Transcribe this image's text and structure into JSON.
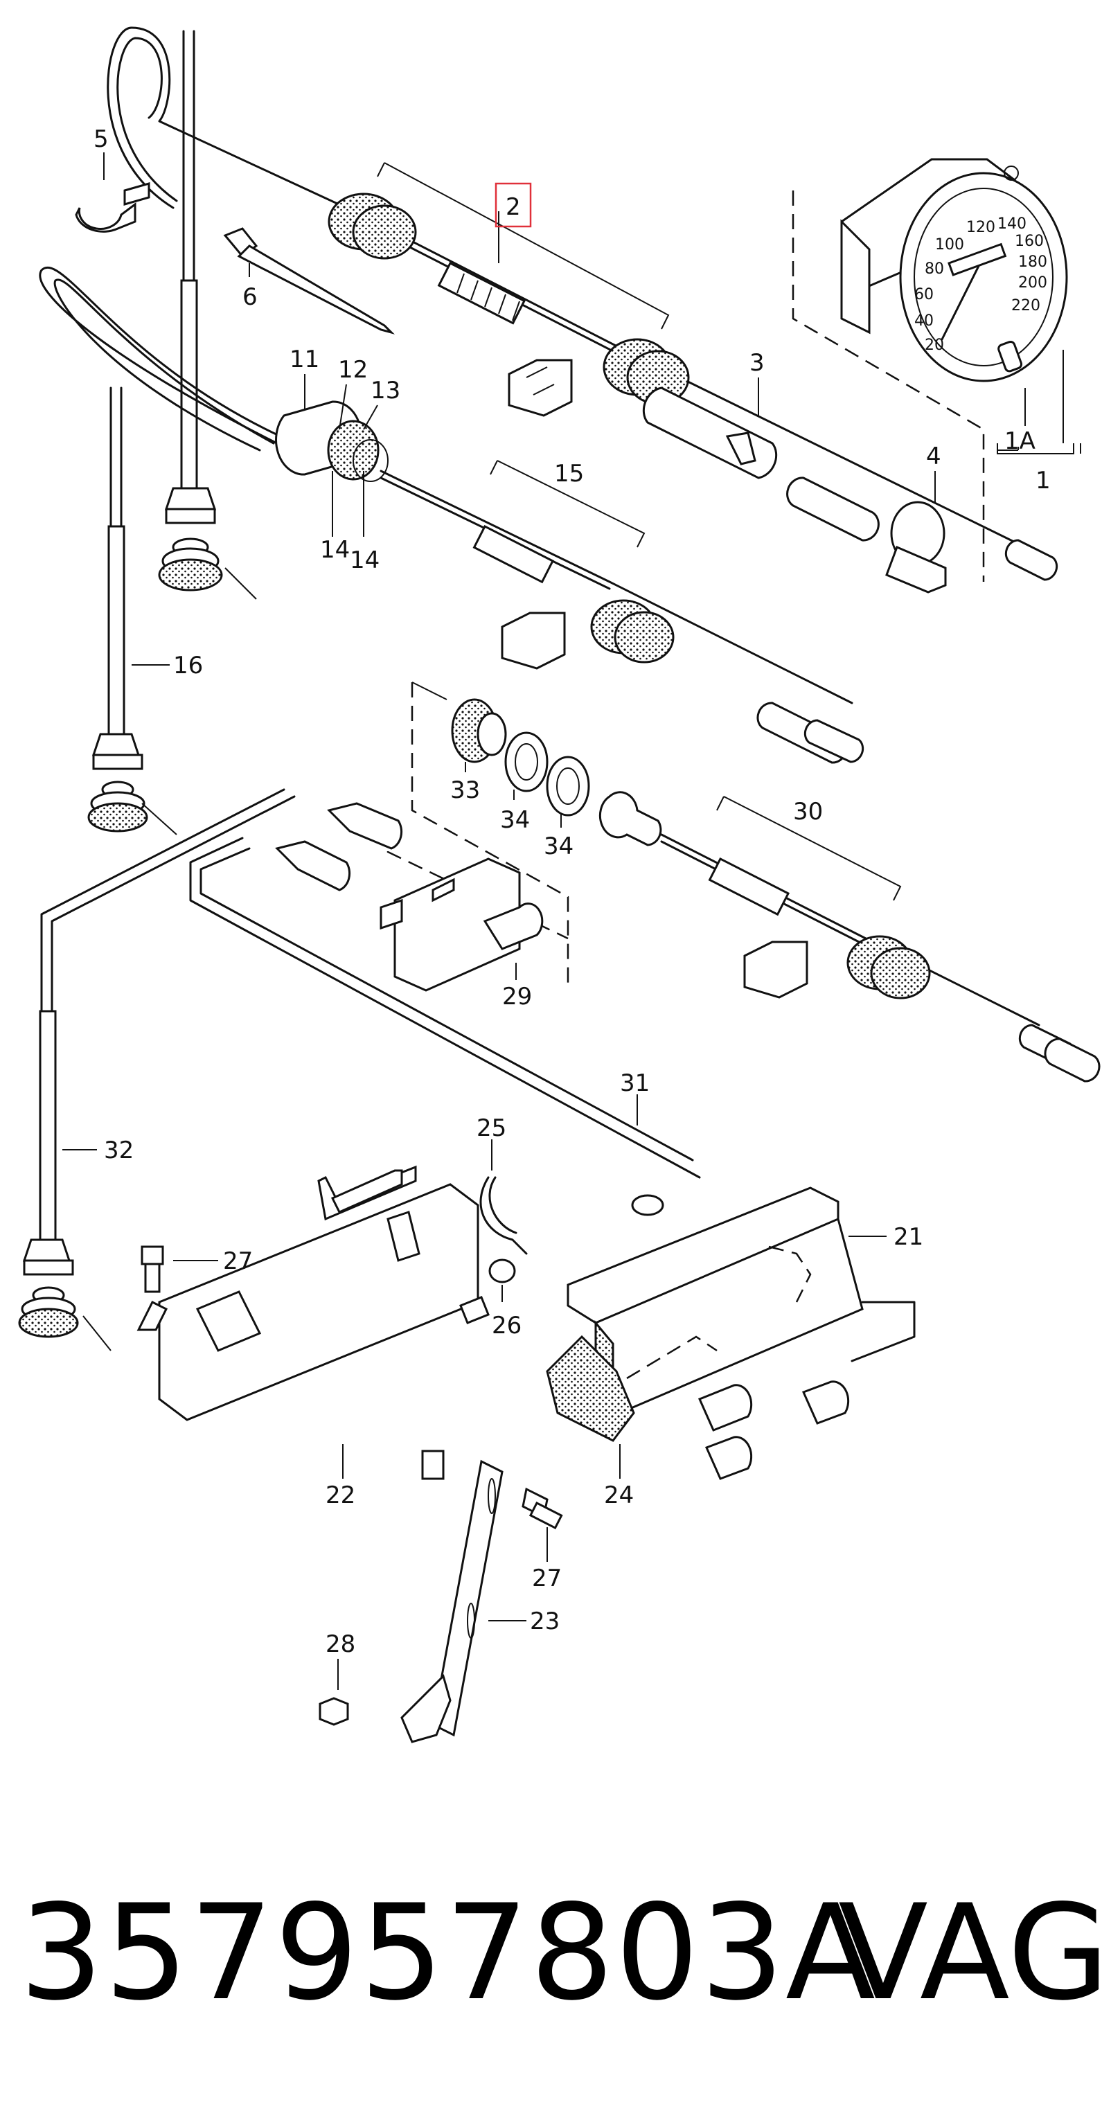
{
  "diagram": {
    "callouts": {
      "c1": "1",
      "c1a": "1A",
      "c2": "2",
      "c3": "3",
      "c4": "4",
      "c5": "5",
      "c6": "6",
      "c11": "11",
      "c12": "12",
      "c13": "13",
      "c14a": "14",
      "c14b": "14",
      "c15": "15",
      "c16": "16",
      "c21": "21",
      "c22": "22",
      "c23": "23",
      "c24": "24",
      "c25": "25",
      "c26": "26",
      "c27a": "27",
      "c27b": "27",
      "c28": "28",
      "c29": "29",
      "c30": "30",
      "c31": "31",
      "c32": "32",
      "c33": "33",
      "c34a": "34",
      "c34b": "34"
    },
    "gauge_numbers": [
      "20",
      "40",
      "60",
      "80",
      "100",
      "120",
      "140",
      "160",
      "180",
      "200",
      "220"
    ],
    "highlight_color": "#e0303a"
  },
  "caption": {
    "part_number": "357957803A",
    "brand": "VAG"
  }
}
